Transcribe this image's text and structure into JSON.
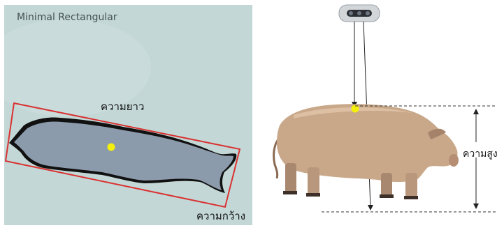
{
  "left": {
    "title": "Minimal Rectangular",
    "length_label": "ความยาว",
    "width_label": "ความกว้าง"
  },
  "right": {
    "height_label": "ความสูง"
  },
  "colors": {
    "panel_bg": "#c3d8d6",
    "bounding_box": "#d93232",
    "centroid": "#f4ef0c",
    "pig_body": "#c9a88a",
    "silhouette": "#8c9bab"
  },
  "icons": [
    "depth-camera-icon",
    "pig-image",
    "pig-silhouette"
  ]
}
